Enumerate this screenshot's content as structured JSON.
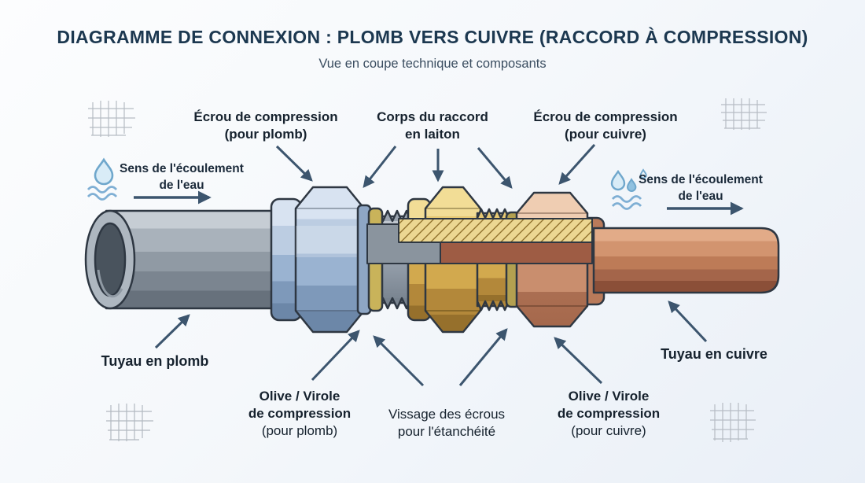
{
  "header": {
    "title": "DIAGRAMME DE CONNEXION : PLOMB VERS CUIVRE (RACCORD À COMPRESSION)",
    "subtitle": "Vue en coupe technique et composants"
  },
  "callouts": {
    "ecrou_plomb": {
      "line1": "Écrou de compression",
      "line2": "(pour plomb)"
    },
    "corps_raccord": {
      "line1": "Corps du raccord",
      "line2": "en laiton"
    },
    "ecrou_cuivre": {
      "line1": "Écrou de compression",
      "line2": "(pour cuivre)"
    },
    "tuyau_plomb": {
      "label": "Tuyau en plomb"
    },
    "olive_plomb": {
      "line1": "Olive / Virole",
      "line2": "de compression",
      "line3": "(pour plomb)"
    },
    "vissage": {
      "line1": "Vissage des écrous",
      "line2": "pour l'étanchéité"
    },
    "olive_cuivre": {
      "line1": "Olive / Virole",
      "line2": "de compression",
      "line3": "(pour cuivre)"
    },
    "tuyau_cuivre": {
      "label": "Tuyau en cuivre"
    }
  },
  "flow_indicators": {
    "left": {
      "line1": "Sens de l'écoulement",
      "line2": "de l'eau"
    },
    "right": {
      "line1": "Sens de l'écoulement",
      "line2": "de l'eau"
    }
  },
  "icons": {
    "water_drop": "droplet",
    "waves": "water-waves",
    "grid_hash": "grid-marks",
    "arrow": "pointer-arrow"
  },
  "colors": {
    "title": "#1c3850",
    "subtitle": "#3a4d60",
    "label_text": "#16222e",
    "arrow": "#3c556e",
    "lead_pipe_gray": "#8a949e",
    "compression_nut_blue": "#9ab3d1",
    "brass_gold": "#d2a94e",
    "copper": "#c08060",
    "copper_interior": "#9e5c44",
    "water_blue": "#7fafd4",
    "grid_gray": "#b6bcc4",
    "background": "#f4f8fc"
  }
}
